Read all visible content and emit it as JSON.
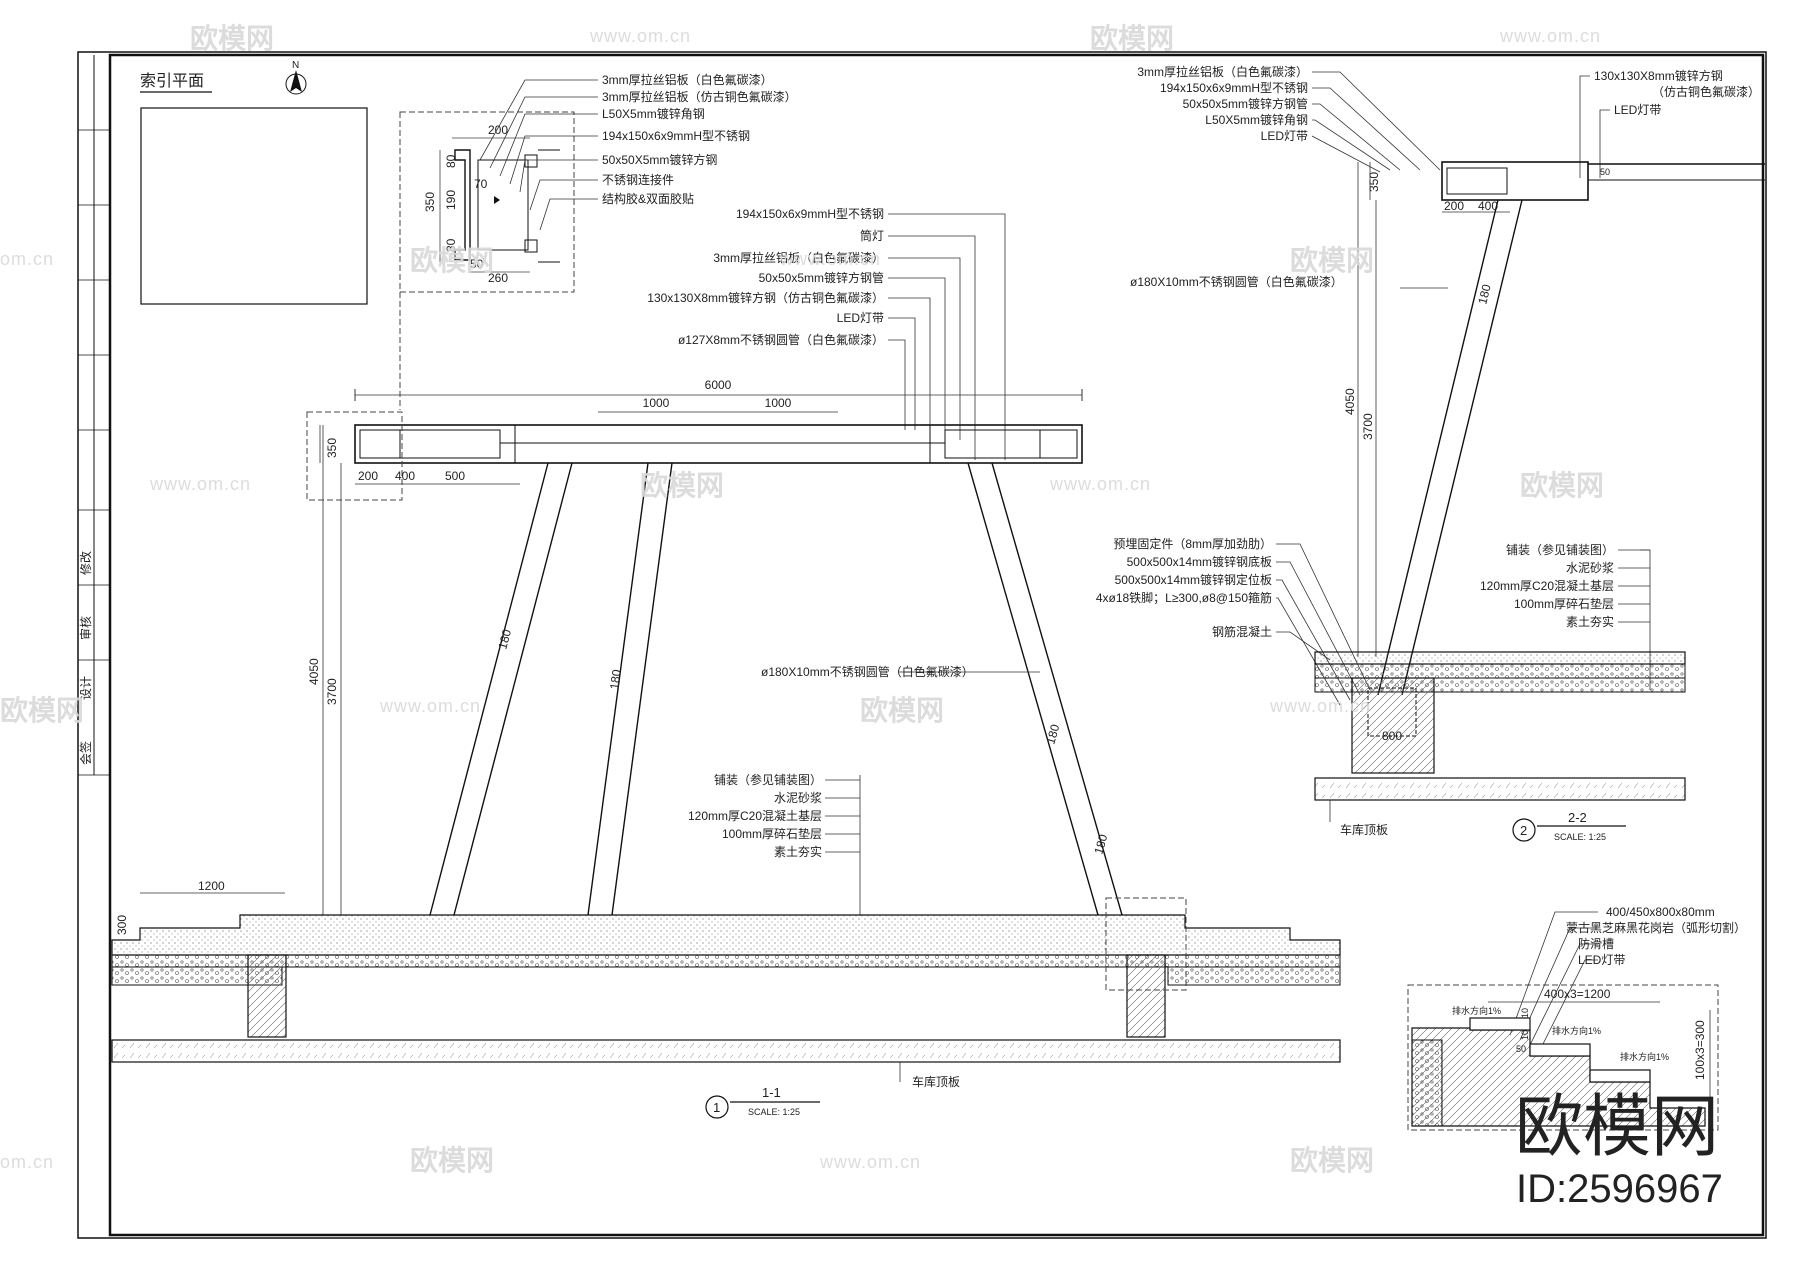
{
  "watermark": {
    "logo_text": "欧模网",
    "url": "www.om.cn",
    "url_alt": "om.cn",
    "id_text": "ID:2596967"
  },
  "index_plan": {
    "title": "索引平面",
    "north": "N"
  },
  "detail_callout": {
    "labels": [
      "3mm厚拉丝铝板（白色氟碳漆）",
      "3mm厚拉丝铝板（仿古铜色氟碳漆）",
      "L50X5mm镀锌角钢",
      "194x150x6x9mmH型不锈钢",
      "50x50X5mm镀锌方钢",
      "不锈钢连接件",
      "结构胶&双面胶贴"
    ],
    "dims": [
      "200",
      "80",
      "70",
      "350",
      "190",
      "80",
      "50",
      "260"
    ]
  },
  "section1": {
    "labels_top": [
      "194x150x6x9mmH型不锈钢",
      "筒灯",
      "3mm厚拉丝铝板（白色氟碳漆）",
      "50x50x5mm镀锌方钢管",
      "130x130X8mm镀锌方钢（仿古铜色氟碳漆）",
      "LED灯带",
      "ø127X8mm不锈钢圆管（白色氟碳漆）"
    ],
    "dim_total": "6000",
    "dim_mid": [
      "1000",
      "1000"
    ],
    "dim_left": [
      "200",
      "400",
      "500"
    ],
    "dim_h": "350",
    "dim_4050": "4050",
    "dim_3700": "3700",
    "dim_1200": "1200",
    "dim_300": "300",
    "pipe_dim": "180",
    "pipe_label": "ø180X10mm不锈钢圆管（白色氟碳漆）",
    "ground_labels": [
      "铺装（参见铺装图）",
      "水泥砂浆",
      "120mm厚C20混凝土基层",
      "100mm厚碎石垫层",
      "素土夯实"
    ],
    "roof_label": "车库顶板",
    "title_no": "1",
    "title": "1-1",
    "scale": "SCALE: 1:25"
  },
  "section2": {
    "labels_top": [
      "3mm厚拉丝铝板（白色氟碳漆）",
      "194x150x6x9mmH型不锈钢",
      "50x50x5mm镀锌方钢管",
      "L50X5mm镀锌角钢",
      "LED灯带"
    ],
    "labels_right": [
      "130x130X8mm镀锌方钢",
      "（仿古铜色氟碳漆）",
      "LED灯带"
    ],
    "dims": [
      "350",
      "200",
      "400",
      "4050",
      "3700",
      "180",
      "800",
      "50"
    ],
    "pipe_label": "ø180X10mm不锈钢圆管（白色氟碳漆）",
    "base_labels": [
      "预埋固定件（8mm厚加劲肋）",
      "500x500x14mm镀锌钢底板",
      "500x500x14mm镀锌钢定位板",
      "4xø18铁脚；L≥300,ø8@150箍筋"
    ],
    "concrete_label": "钢筋混凝土",
    "ground_labels": [
      "铺装（参见铺装图）",
      "水泥砂浆",
      "120mm厚C20混凝土基层",
      "100mm厚碎石垫层",
      "素土夯实"
    ],
    "roof_label": "车库顶板",
    "title_no": "2",
    "title": "2-2",
    "scale": "SCALE: 1:25"
  },
  "step_detail": {
    "labels": [
      "400/450x800x80mm",
      "蒙古黑芝麻黑花岗岩（弧形切割）",
      "防滑槽",
      "LED灯带"
    ],
    "dim_top": "400x3=1200",
    "dim_side": "100x3=300",
    "dim_small": [
      "10",
      "10",
      "50"
    ],
    "slope1": "排水方向1%",
    "slope2": "排水方向1%",
    "slope3": "排水方向1%"
  },
  "title_block": {
    "rows": [
      "修改",
      "审核",
      "设计",
      "会签"
    ]
  }
}
